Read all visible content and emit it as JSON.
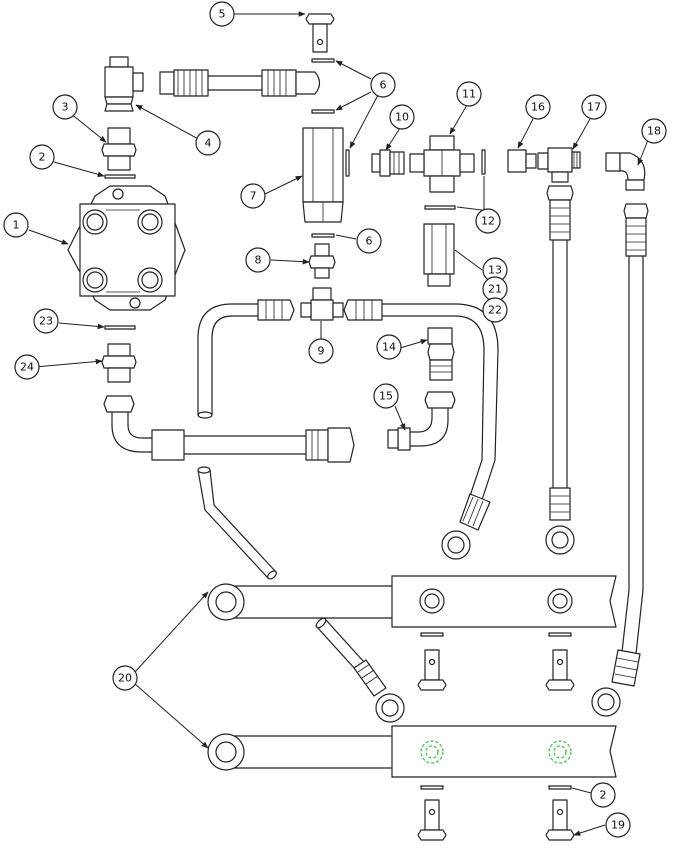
{
  "callouts": {
    "c1": "1",
    "c2a": "2",
    "c2b": "2",
    "c3": "3",
    "c4": "4",
    "c5": "5",
    "c6a": "6",
    "c6b": "6",
    "c7": "7",
    "c8": "8",
    "c9": "9",
    "c10": "10",
    "c11": "11",
    "c12": "12",
    "c13": "13",
    "c14": "14",
    "c15": "15",
    "c16": "16",
    "c17": "17",
    "c18": "18",
    "c19": "19",
    "c20": "20",
    "c21": "21",
    "c22": "22",
    "c23": "23",
    "c24": "24"
  },
  "colors": {
    "line": "#222222",
    "highlight": "#35c43d"
  }
}
